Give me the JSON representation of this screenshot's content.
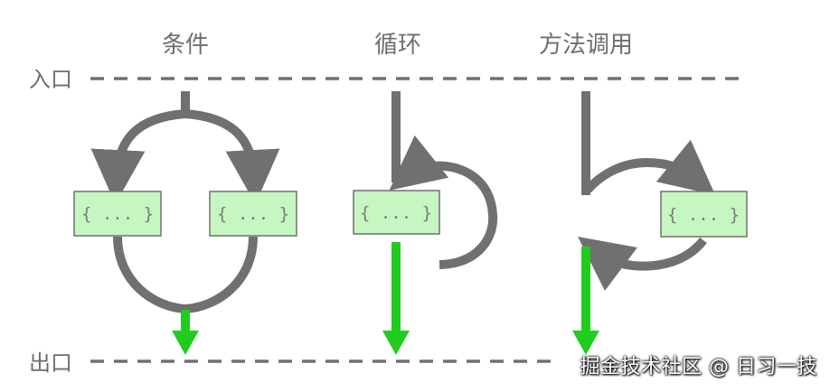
{
  "titles": {
    "condition": "条件",
    "loop": "循环",
    "method_call": "方法调用"
  },
  "lines": {
    "entry": "入口",
    "exit": "出口"
  },
  "block_label": "{ ... }",
  "watermark": "掘金技术社区 @ 日习一技",
  "colors": {
    "flow_gray": "#707070",
    "exit_green": "#22cc1f",
    "box_fill": "#c6f7c2",
    "box_stroke": "#707070",
    "dash_gray": "#707070"
  }
}
